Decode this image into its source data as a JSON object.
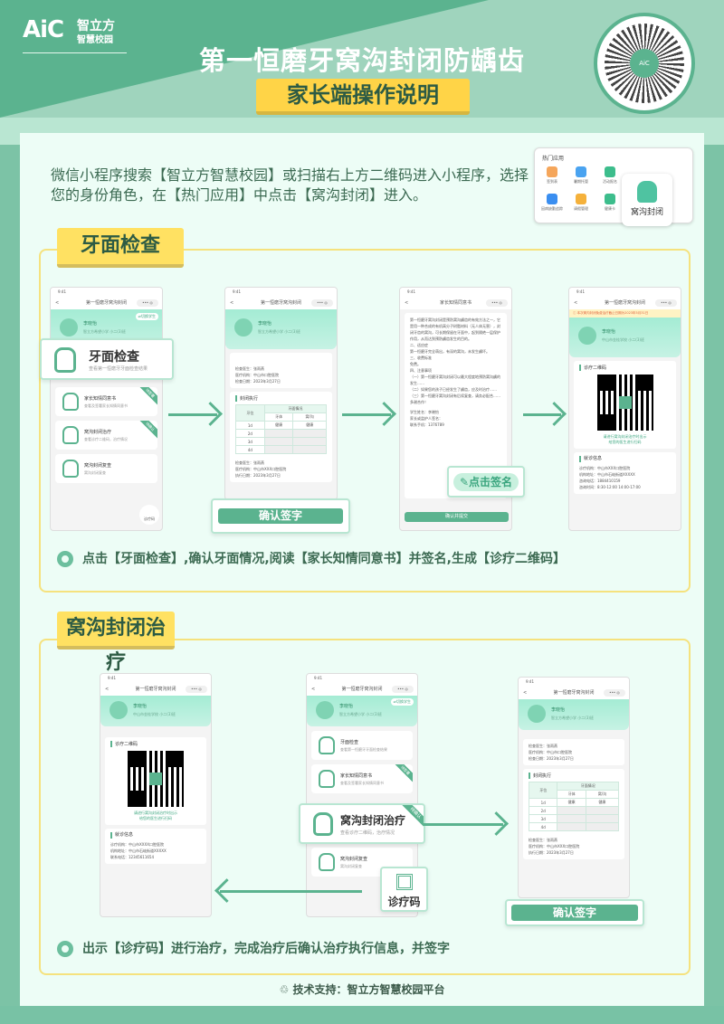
{
  "brand": {
    "logo_text": "AiC",
    "name_line1": "智立方",
    "name_line2": "智慧校园",
    "color": "#5bb38f"
  },
  "header": {
    "title": "第一恒磨牙窝沟封闭防龋齿",
    "subtitle": "家长端操作说明",
    "qr_center": "AiC"
  },
  "intro": {
    "text": "微信小程序搜索【智立方智慧校园】或扫描右上方二维码进入小程序，选择您的身份角色，在【热门应用】中点击【窝沟封闭】进入。"
  },
  "hot_apps": {
    "title": "热门应用",
    "apps": [
      "签到表",
      "暑期托管",
      "活动报名",
      "",
      "因病缺勤追踪",
      "请假管理",
      "健康卡"
    ],
    "highlight": "窝沟封闭"
  },
  "phone_common": {
    "time": "9:41",
    "nav_title": "第一恒磨牙窝沟封闭",
    "student_name": "李晓怡",
    "school": "智立方希望小学  小二(3)班",
    "school2": "中山市金桂学校  小二(3)班",
    "switch": "⇌切换学生",
    "capsule": "•••  ◎",
    "back": "<"
  },
  "section1": {
    "tab": "牙面检查",
    "menu": [
      {
        "title": "牙面检查",
        "desc": "查看第一恒磨牙牙面检查结果"
      },
      {
        "title": "家长知情同意书",
        "desc": "查看及签署家长知情同意书",
        "ribbon": "待签署"
      },
      {
        "title": "窝沟封闭治疗",
        "desc": "查看诊疗二维码，治疗情况",
        "ribbon": "待确认"
      },
      {
        "title": "窝沟封闭复查",
        "desc": "窝沟封闭复查"
      }
    ],
    "callout_title": "牙面检查",
    "callout_desc": "查看第一恒磨牙牙面检查结果",
    "qr_btn": "诊疗码",
    "exam_info": [
      "检查医生：张雨燕",
      "医疗机构：中山市口腔医院",
      "检查日期：2023年3月27日"
    ],
    "table_title": "封闭执行",
    "table": {
      "head": [
        "牙位",
        "牙面情况"
      ],
      "sub": [
        "牙体",
        "窝/沟"
      ],
      "rows": [
        [
          "1d",
          "健康",
          "健康"
        ],
        [
          "2d",
          "",
          ""
        ],
        [
          "3d",
          "",
          ""
        ],
        [
          "4d",
          "",
          ""
        ]
      ]
    },
    "exec_info": [
      "检查医生：张雨燕",
      "医疗机构：中山市XXX口腔医院",
      "执行日期：2023年3月27日"
    ],
    "confirm_sign": "确认签字",
    "consent_title": "家长知情同意书",
    "consent_lines": [
      "第一恒磨牙窝沟封闭是预防窝沟龋齿的有效方法之一，它是用一种合成的有机高分子树脂材料（无人体无害），封闭牙齿的窝沟，可长期保留在牙面中，起到隔绝一层保护作用，从而达到预防龋齿发生的目的。",
      "二、适应症",
      "第一恒磨牙完全萌出，有深的窝沟，未发生龋坏。",
      "三、收费标准",
      "免费。",
      "四、注意事项",
      "（一）第一恒磨牙窝沟封闭可以最大程度地预防窝沟龋的发生……",
      "（二）如果您的孩子已经发生了龋齿，应及时治疗……",
      "（三）第一恒磨牙窝沟封闭有后续复查，请务必配合……",
      "多谢合作！"
    ],
    "consent_fields": [
      "学生姓名：李晓怡",
      "家长或监护人签名：",
      "联系手机：1376789"
    ],
    "sign_btn": "点击签名",
    "submit_btn": "确认并提交",
    "notice": "ⓘ 本次窝沟封闭免费治疗截止日期为2023年5月31日",
    "qr_card_title": "诊疗二维码",
    "qr_hint": [
      "请进行窝沟封闭治疗时出示",
      "给您的医生进行扫码"
    ],
    "visit_title": "就诊信息",
    "visit_info": [
      "诊疗机构：中山市XXX口腔医院",
      "机构地址：中山市石岐街道XXXXX",
      "咨询电话：1884410159",
      "咨询时间：8:30-12:00 14:00-17:00"
    ],
    "step": "点击【牙面检查】,确认牙面情况,阅读【家长知情同意书】并签名,生成【诊疗二维码】"
  },
  "section2": {
    "tab": "窝沟封闭治疗",
    "nav_title_left": "第一恒磨牙窝沟封闭",
    "visit_info": [
      "诊疗机构：中山市XXXX口腔医院",
      "机构地址：中山市石岐街道XXXXX",
      "联系电话：12345611654"
    ],
    "callout_title": "窝沟封闭治疗",
    "callout_desc": "查看诊疗二维码，治疗情况",
    "qr_btn": "诊疗码",
    "right_info": [
      "检查医生：张雨燕",
      "医疗机构：中山市口腔医院",
      "检查日期：2023年3月27日"
    ],
    "right_exec": [
      "检查医生：张雨燕",
      "医疗机构：中山市XXX口腔医院",
      "执行日期：2023年3月27日"
    ],
    "confirm_sign": "确认签字",
    "step": "出示【诊疗码】进行治疗，完成治疗后确认治疗执行信息，并签字"
  },
  "footer": {
    "text": "技术支持：智立方智慧校园平台"
  }
}
